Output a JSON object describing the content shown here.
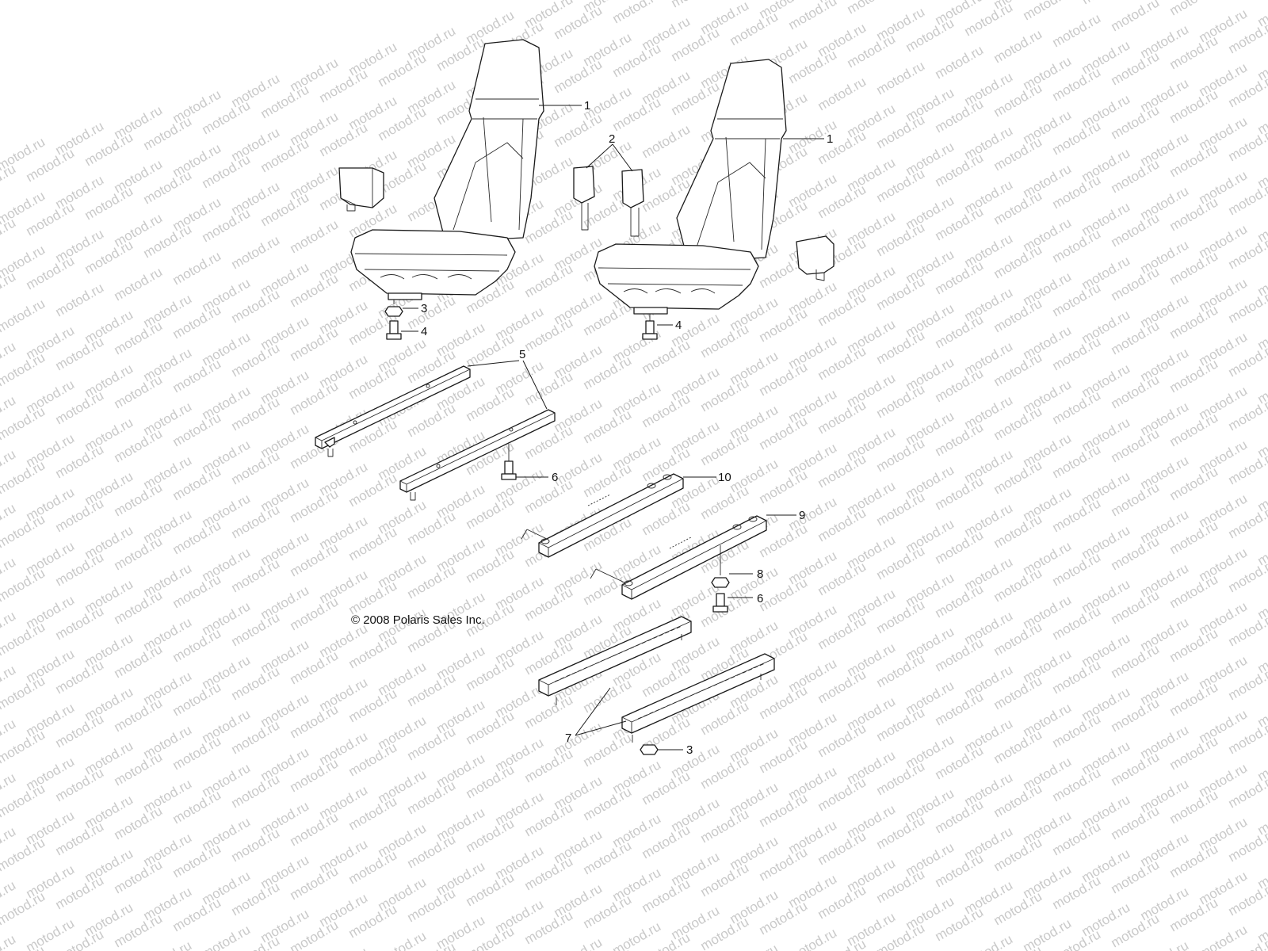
{
  "watermark": {
    "text": "motod.ru",
    "color": "#c9c9c9"
  },
  "copyright": "© 2008 Polaris Sales Inc.",
  "callouts": {
    "seat_left": "1",
    "seat_right": "1",
    "belt_buckle": "2",
    "nut_upper": "3",
    "bolt_left": "4",
    "bolt_right": "4",
    "seat_rails": "5",
    "bolt_rail": "6",
    "slide_rail_10": "10",
    "slide_rail_9": "9",
    "nut_8": "8",
    "bolt_lower": "6",
    "ratchet_rails": "7",
    "nut_lower": "3"
  }
}
